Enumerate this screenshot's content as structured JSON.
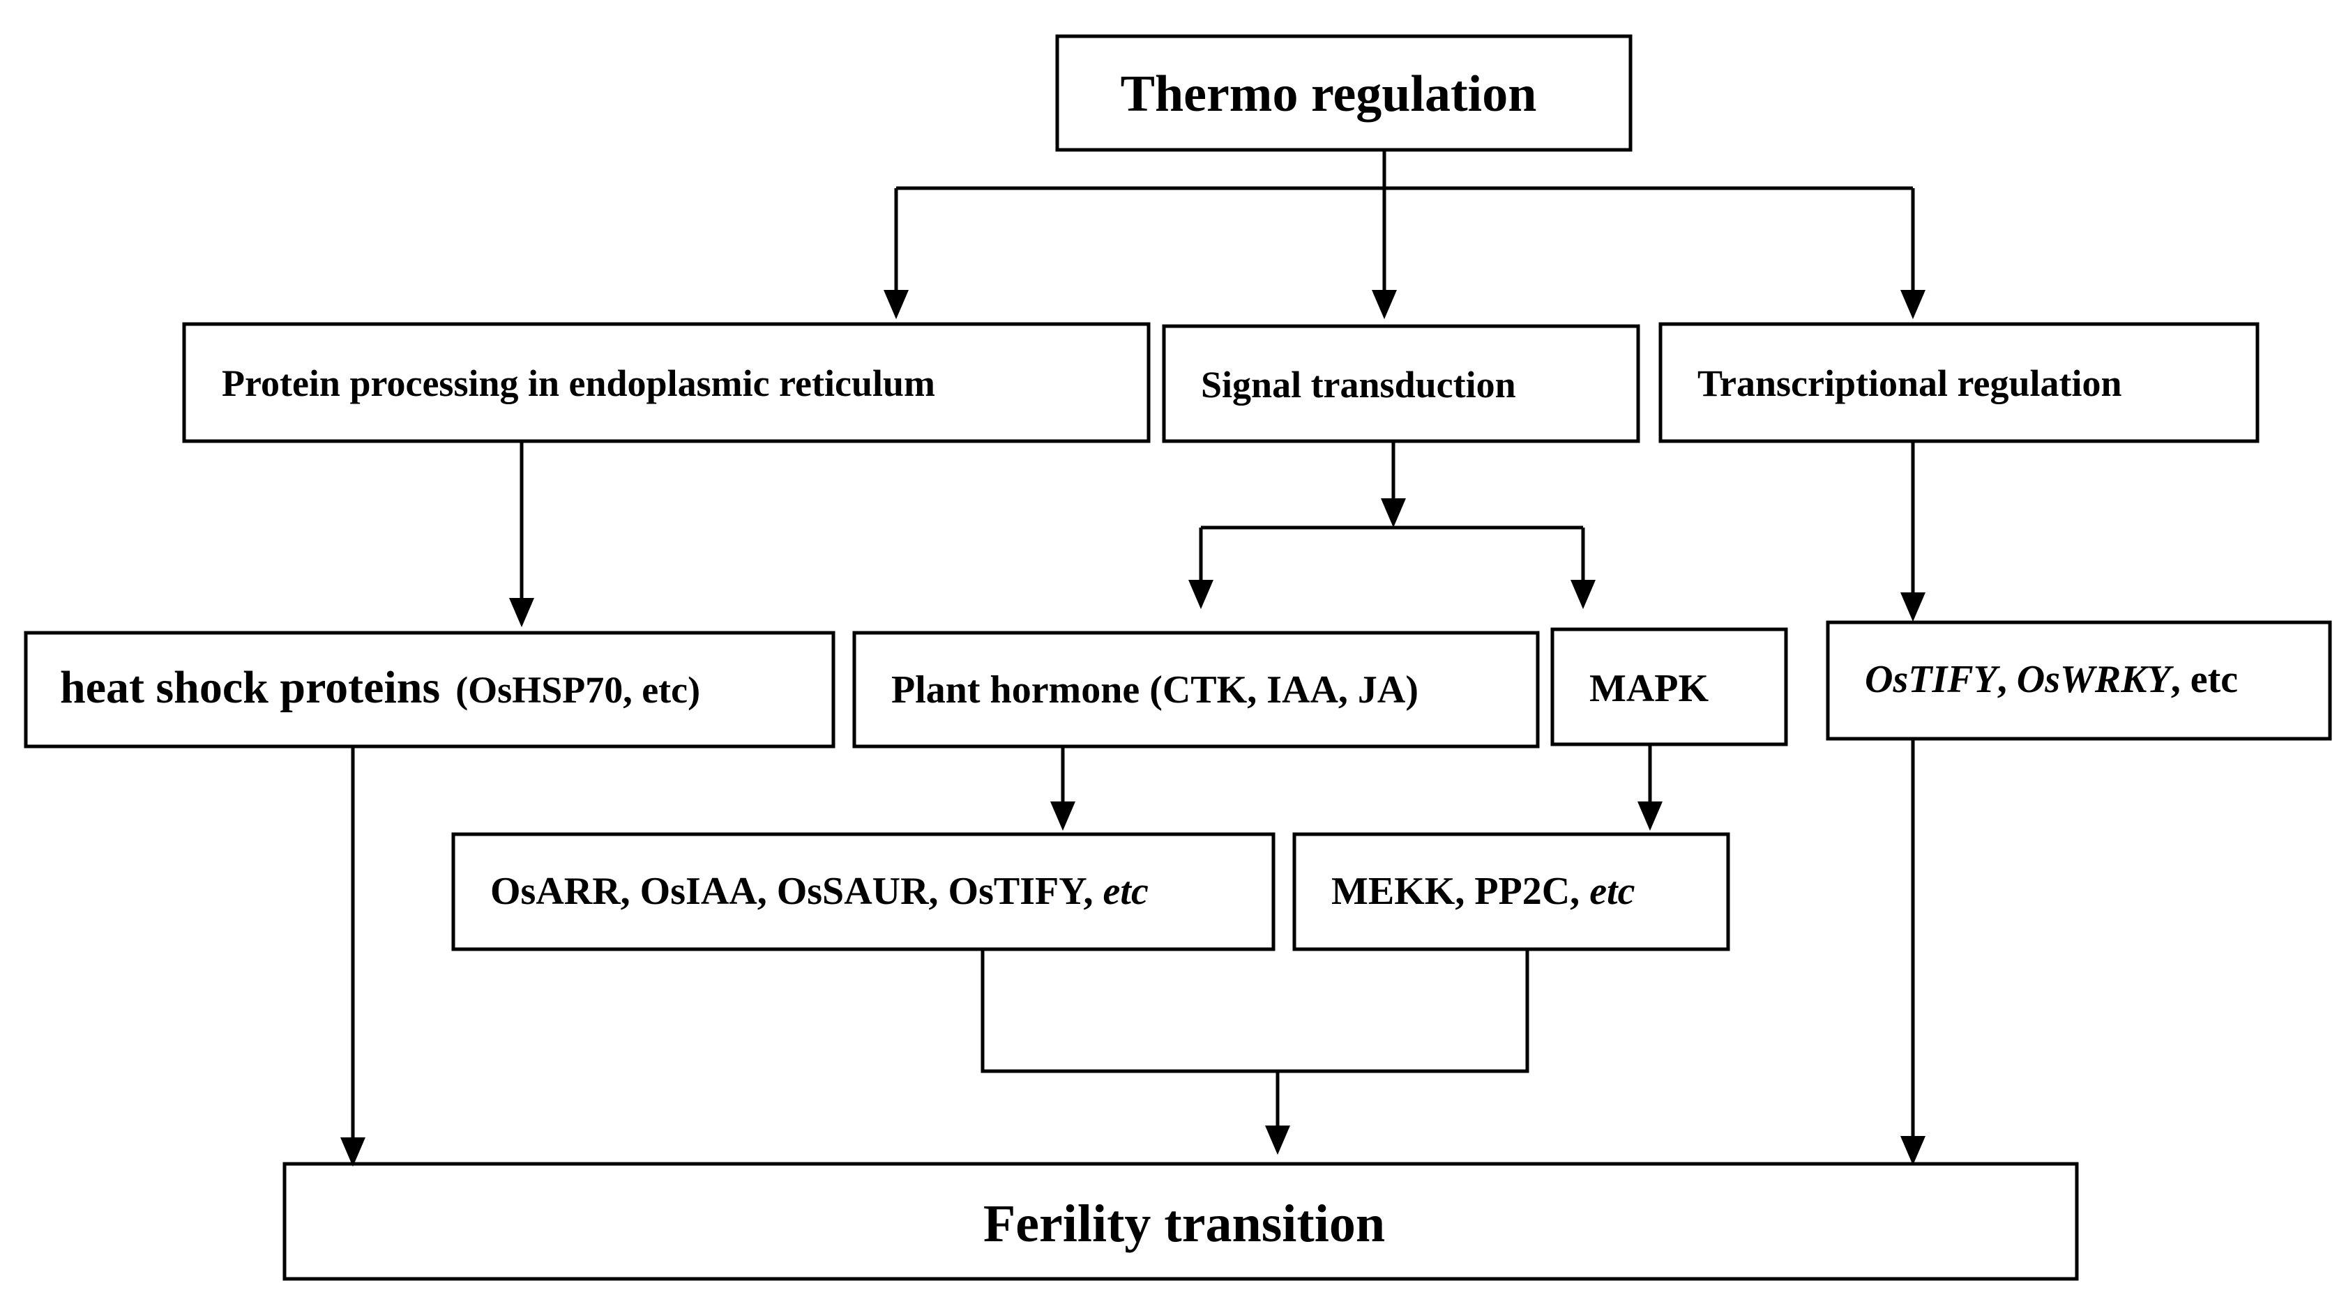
{
  "diagram": {
    "top": {
      "label": "Thermo regulation"
    },
    "branches": {
      "protein_processing": "Protein processing in endoplasmic reticulum",
      "signal_transduction": "Signal transduction",
      "transcriptional_regulation": "Transcriptional regulation"
    },
    "heat_shock": {
      "name": "heat shock proteins",
      "detail": "(OsHSP70, etc)"
    },
    "plant_hormone": "Plant hormone (CTK, IAA, JA)",
    "mapk": "MAPK",
    "transcription_genes": {
      "gene1": "OsTIFY",
      "sep1": ", ",
      "gene2": "OsWRKY",
      "rest": ", etc"
    },
    "hormone_genes": {
      "text": "OsARR, OsIAA, OsSAUR, OsTIFY, ",
      "etc": "etc"
    },
    "mapk_genes": {
      "text": "MEKK, PP2C, ",
      "etc": "etc"
    },
    "bottom": {
      "label": "Ferility transition"
    }
  }
}
